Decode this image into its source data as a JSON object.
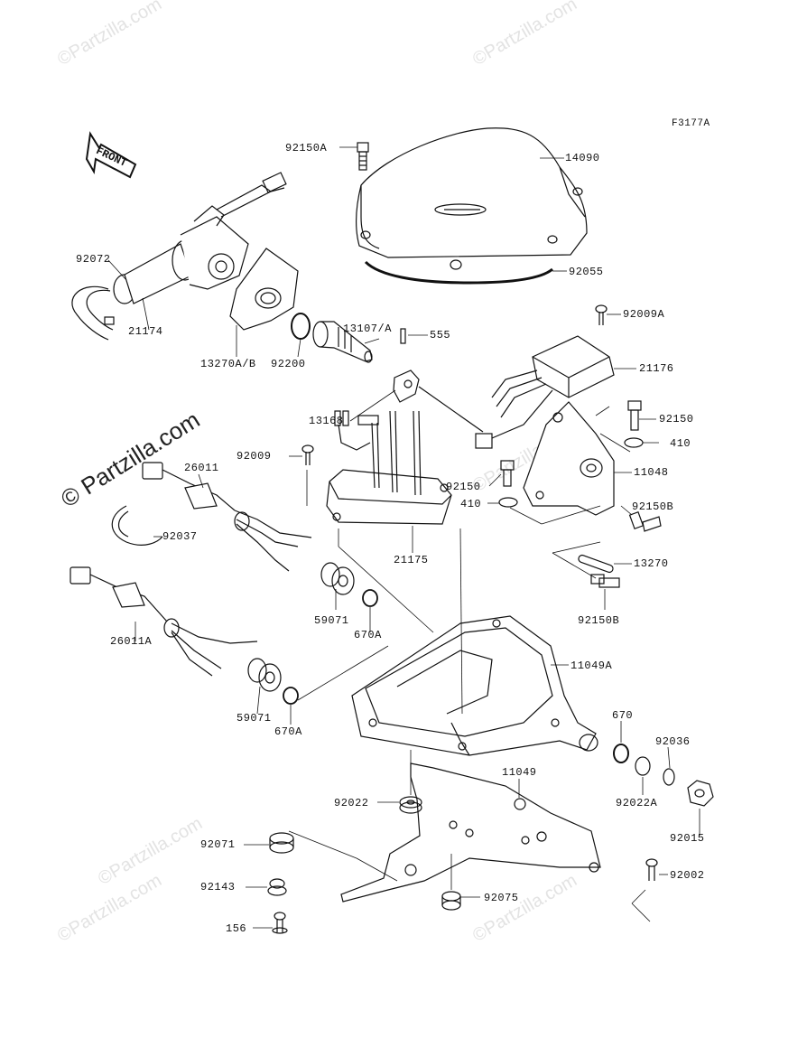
{
  "code": "F3177A",
  "watermark": "Partzilla.com",
  "watermark_big": "© Partzilla.com",
  "front_label": "FRONT",
  "labels": {
    "p92150A": "92150A",
    "p14090": "14090",
    "p92072": "92072",
    "p21174": "21174",
    "p92055": "92055",
    "p13270AB": "13270A/B",
    "p92200": "92200",
    "p13107A": "13107/A",
    "p555": "555",
    "p92009A": "92009A",
    "p21176": "21176",
    "p13168": "13168",
    "p92150": "92150",
    "p410a": "410",
    "p92009": "92009",
    "p26011": "26011",
    "p11048": "11048",
    "p92150b": "92150",
    "p410b": "410",
    "p92150Bt": "92150B",
    "p92037": "92037",
    "p21175": "21175",
    "p13270": "13270",
    "p92150Bb": "92150B",
    "p59071a": "59071",
    "p670Aa": "670A",
    "p26011A": "26011A",
    "p11049A": "11049A",
    "p59071b": "59071",
    "p670Ab": "670A",
    "p670": "670",
    "p92036": "92036",
    "p11049": "11049",
    "p92022": "92022",
    "p92022A": "92022A",
    "p92015": "92015",
    "p92071": "92071",
    "p92002": "92002",
    "p92143": "92143",
    "p92075": "92075",
    "p156": "156"
  }
}
